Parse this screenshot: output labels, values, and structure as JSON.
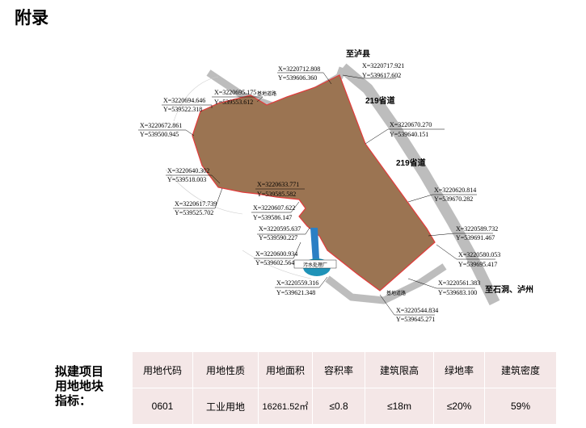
{
  "heading": "附录",
  "map": {
    "roads": {
      "to_luxian": "至泸县",
      "provincial_219_a": "219省道",
      "provincial_219_b": "219省道",
      "to_shiliang": "至石洞、泸州"
    },
    "facility": "污水处理厂",
    "small_labels": {
      "road_north": "基地道路",
      "road_south": "基地道路"
    },
    "coords": [
      {
        "x": "X=3220712.808",
        "y": "Y=539606.360"
      },
      {
        "x": "X=3220717.921",
        "y": "Y=539617.602"
      },
      {
        "x": "X=3220695.175",
        "y": "Y=539553.612"
      },
      {
        "x": "X=3220694.646",
        "y": "Y=539522.318"
      },
      {
        "x": "X=3220672.861",
        "y": "Y=539500.945"
      },
      {
        "x": "X=3220670.270",
        "y": "Y=539640.151"
      },
      {
        "x": "X=3220640.302",
        "y": "Y=539518.003"
      },
      {
        "x": "X=3220633.771",
        "y": "Y=539585.582"
      },
      {
        "x": "X=3220620.814",
        "y": "Y=539670.282"
      },
      {
        "x": "X=3220617.739",
        "y": "Y=539525.702"
      },
      {
        "x": "X=3220607.622",
        "y": "Y=539586.147"
      },
      {
        "x": "X=3220595.637",
        "y": "Y=539590.227"
      },
      {
        "x": "X=3220589.732",
        "y": "Y=539691.467"
      },
      {
        "x": "X=3220600.934",
        "y": "Y=539602.564"
      },
      {
        "x": "X=3220580.053",
        "y": "Y=539695.417"
      },
      {
        "x": "X=3220561.383",
        "y": "Y=539683.100"
      },
      {
        "x": "X=3220559.316",
        "y": "Y=539621.348"
      },
      {
        "x": "X=3220544.834",
        "y": "Y=539645.271"
      }
    ]
  },
  "spec": {
    "caption_lines": [
      "拟建项目",
      "用地地块",
      "指标："
    ],
    "headers": [
      "用地代码",
      "用地性质",
      "用地面积",
      "容积率",
      "建筑限高",
      "绿地率",
      "建筑密度"
    ],
    "values": [
      "0601",
      "工业用地",
      "16261.52㎡",
      "≤0.8",
      "≤18m",
      "≤20%",
      "59%"
    ]
  },
  "colors": {
    "parcel": "#9b7452",
    "boundary": "#e23b3b",
    "road": "#bdbdbd",
    "water": "#2b7fc4"
  }
}
